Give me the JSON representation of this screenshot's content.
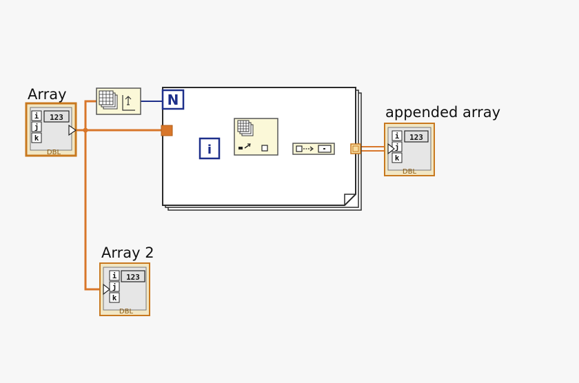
{
  "labels": {
    "array": "Array",
    "array2": "Array 2",
    "appended": "appended array"
  },
  "terminals": {
    "index_i": "i",
    "index_j": "j",
    "index_k": "k",
    "num": "123",
    "type": "DBL"
  },
  "loop": {
    "count_terminal": "N",
    "iteration_terminal": "i"
  },
  "colors": {
    "wire_orange": "#d8762a",
    "wire_blue": "#1d2f8a",
    "frame_border": "#2a2a2a",
    "terminal_fill": "#f2e7c4",
    "terminal_border": "#c8781e",
    "function_fill": "#fbf8d8"
  }
}
